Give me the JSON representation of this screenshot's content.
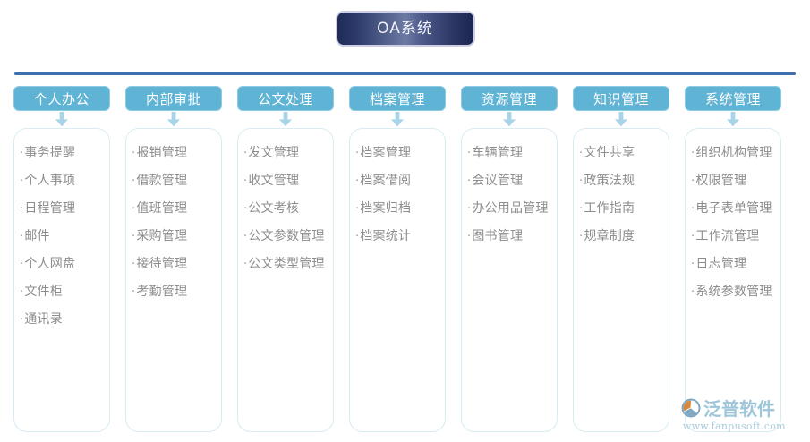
{
  "title": {
    "text": "OA系统"
  },
  "divider": {
    "color": "#3f6fb0"
  },
  "theme": {
    "header_bg": "#5fb3d4",
    "header_text": "#ffffff",
    "item_text": "#8d8d8d",
    "box_border": "#d9ecf3",
    "arrow_color": "#a8d4e8",
    "title_text": "#f2f4fb"
  },
  "columns": [
    {
      "header": "个人办公",
      "items": [
        "事务提醒",
        "个人事项",
        "日程管理",
        "邮件",
        "个人网盘",
        "文件柜",
        "通讯录"
      ]
    },
    {
      "header": "内部审批",
      "items": [
        "报销管理",
        "借款管理",
        "值班管理",
        "采购管理",
        "接待管理",
        "考勤管理"
      ]
    },
    {
      "header": "公文处理",
      "items": [
        "发文管理",
        "收文管理",
        "公文考核",
        "公文参数管理",
        "公文类型管理"
      ]
    },
    {
      "header": "档案管理",
      "items": [
        "档案管理",
        "档案借阅",
        "档案归档",
        "档案统计"
      ]
    },
    {
      "header": "资源管理",
      "items": [
        "车辆管理",
        "会议管理",
        "办公用品管理",
        "图书管理"
      ]
    },
    {
      "header": "知识管理",
      "items": [
        "文件共享",
        "政策法规",
        "工作指南",
        "规章制度"
      ]
    },
    {
      "header": "系统管理",
      "items": [
        "组织机构管理",
        "权限管理",
        "电子表单管理",
        "工作流管理",
        "日志管理",
        "系统参数管理"
      ]
    }
  ],
  "logo": {
    "name": "泛普软件",
    "url": "www.fanpusoft.com",
    "mark_colors": {
      "accent": "#d98b3c",
      "primary": "#7fa8c4"
    }
  },
  "bullet": "·"
}
